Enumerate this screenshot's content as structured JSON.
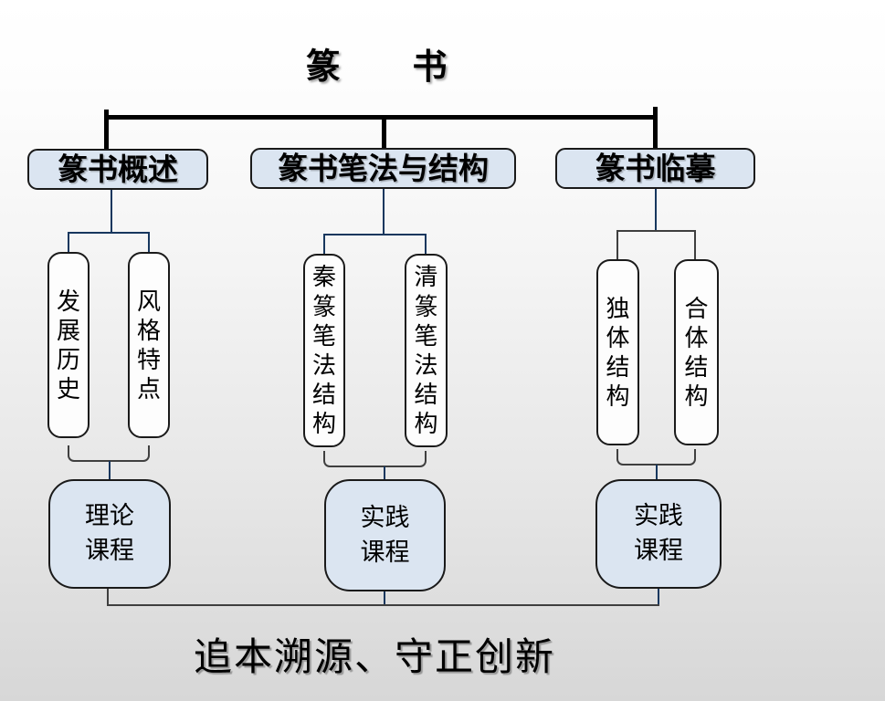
{
  "page": {
    "title": "篆　　书",
    "slogan": "追本溯源、守正创新"
  },
  "colors": {
    "node_fill": "#dbe5f1",
    "node_border": "#1a1a1a",
    "connector_navy": "#17375e",
    "connector_dark": "#3f3f3f"
  },
  "branches": [
    {
      "header": "篆书概述",
      "children": [
        "发展历史",
        "风格特点"
      ],
      "course": "理论\n课程"
    },
    {
      "header": "篆书笔法与结构",
      "children": [
        "秦篆笔法结构",
        "清篆笔法结构"
      ],
      "course": "实践\n课程"
    },
    {
      "header": "篆书临摹",
      "children": [
        "独体结构",
        "合体结构"
      ],
      "course": "实践\n课程"
    }
  ]
}
